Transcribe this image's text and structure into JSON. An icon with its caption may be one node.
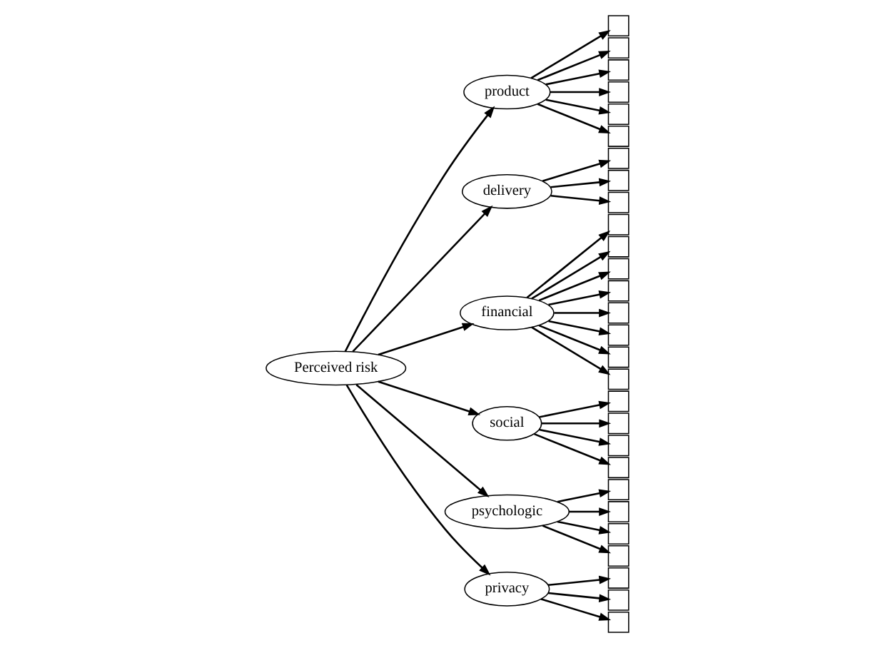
{
  "diagram": {
    "nodes": [
      {
        "text": [
          "Perceived risk"
        ]
      },
      {
        "text": [
          "product"
        ]
      },
      {
        "text": [
          "delivery"
        ]
      },
      {
        "text": [
          "financial"
        ]
      },
      {
        "text": [
          "social"
        ]
      },
      {
        "text": [
          "psychologic"
        ]
      },
      {
        "text": [
          "privacy"
        ]
      },
      {
        "text": [],
        "shape": "box"
      },
      {
        "text": [],
        "shape": "box"
      },
      {
        "text": [],
        "shape": "box"
      },
      {
        "text": [],
        "shape": "box"
      },
      {
        "text": [],
        "shape": "box"
      },
      {
        "text": [],
        "shape": "box"
      },
      {
        "text": [],
        "shape": "box"
      },
      {
        "text": [],
        "shape": "box"
      },
      {
        "text": [],
        "shape": "box"
      },
      {
        "text": [],
        "shape": "box"
      },
      {
        "text": [],
        "shape": "box"
      },
      {
        "text": [],
        "shape": "box"
      },
      {
        "text": [],
        "shape": "box"
      },
      {
        "text": [],
        "shape": "box"
      },
      {
        "text": [],
        "shape": "box"
      },
      {
        "text": [],
        "shape": "box"
      },
      {
        "text": [],
        "shape": "box"
      },
      {
        "text": [],
        "shape": "box"
      },
      {
        "text": [],
        "shape": "box"
      },
      {
        "text": [],
        "shape": "box"
      },
      {
        "text": [],
        "shape": "box"
      },
      {
        "text": [],
        "shape": "box"
      },
      {
        "text": [],
        "shape": "box"
      },
      {
        "text": [],
        "shape": "box"
      },
      {
        "text": [],
        "shape": "box"
      },
      {
        "text": [],
        "shape": "box"
      },
      {
        "text": [],
        "shape": "box"
      },
      {
        "text": [],
        "shape": "box"
      }
    ],
    "edges": [
      {
        "from": 0,
        "to": 1,
        "arrow": "to"
      },
      {
        "from": 0,
        "to": 2,
        "arrow": "to"
      },
      {
        "from": 0,
        "to": 3,
        "arrow": "to"
      },
      {
        "from": 0,
        "to": 4,
        "arrow": "to"
      },
      {
        "from": 0,
        "to": 5,
        "arrow": "to"
      },
      {
        "from": 0,
        "to": 6,
        "arrow": "to"
      },
      {
        "from": 1,
        "to": 7,
        "arrow": "to"
      },
      {
        "from": 1,
        "to": 8,
        "arrow": "to"
      },
      {
        "from": 1,
        "to": 9,
        "arrow": "to"
      },
      {
        "from": 1,
        "to": 10,
        "arrow": "to"
      },
      {
        "from": 1,
        "to": 11,
        "arrow": "to"
      },
      {
        "from": 1,
        "to": 12,
        "arrow": "to"
      },
      {
        "from": 2,
        "to": 13,
        "arrow": "to"
      },
      {
        "from": 2,
        "to": 14,
        "arrow": "to"
      },
      {
        "from": 2,
        "to": 15,
        "arrow": "to"
      },
      {
        "from": 3,
        "to": 16,
        "arrow": "to"
      },
      {
        "from": 3,
        "to": 17,
        "arrow": "to"
      },
      {
        "from": 3,
        "to": 18,
        "arrow": "to"
      },
      {
        "from": 3,
        "to": 19,
        "arrow": "to"
      },
      {
        "from": 3,
        "to": 20,
        "arrow": "to"
      },
      {
        "from": 3,
        "to": 21,
        "arrow": "to"
      },
      {
        "from": 3,
        "to": 22,
        "arrow": "to"
      },
      {
        "from": 3,
        "to": 23,
        "arrow": "to"
      },
      {
        "from": 4,
        "to": 24,
        "arrow": "to"
      },
      {
        "from": 4,
        "to": 25,
        "arrow": "to"
      },
      {
        "from": 4,
        "to": 26,
        "arrow": "to"
      },
      {
        "from": 4,
        "to": 27,
        "arrow": "to"
      },
      {
        "from": 5,
        "to": 28,
        "arrow": "to"
      },
      {
        "from": 5,
        "to": 29,
        "arrow": "to"
      },
      {
        "from": 5,
        "to": 30,
        "arrow": "to"
      },
      {
        "from": 5,
        "to": 31,
        "arrow": "to"
      },
      {
        "from": 6,
        "to": 32,
        "arrow": "to"
      },
      {
        "from": 6,
        "to": 33,
        "arrow": "to"
      },
      {
        "from": 6,
        "to": 34,
        "arrow": "to"
      }
    ]
  }
}
